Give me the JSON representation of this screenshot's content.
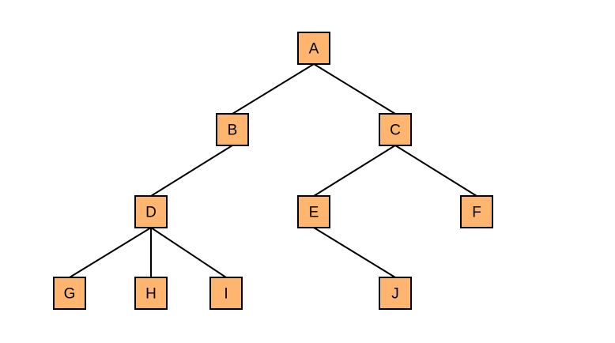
{
  "colors": {
    "node_fill": "#FDB570",
    "node_border": "#000000",
    "edge": "#000000",
    "background": "#FFFFFF"
  },
  "nodes": [
    {
      "id": "A",
      "label": "A"
    },
    {
      "id": "B",
      "label": "B"
    },
    {
      "id": "C",
      "label": "C"
    },
    {
      "id": "D",
      "label": "D"
    },
    {
      "id": "E",
      "label": "E"
    },
    {
      "id": "F",
      "label": "F"
    },
    {
      "id": "G",
      "label": "G"
    },
    {
      "id": "H",
      "label": "H"
    },
    {
      "id": "I",
      "label": "I"
    },
    {
      "id": "J",
      "label": "J"
    }
  ],
  "edges": [
    {
      "from": "A",
      "to": "B"
    },
    {
      "from": "A",
      "to": "C"
    },
    {
      "from": "B",
      "to": "D"
    },
    {
      "from": "C",
      "to": "E"
    },
    {
      "from": "C",
      "to": "F"
    },
    {
      "from": "D",
      "to": "G"
    },
    {
      "from": "D",
      "to": "H"
    },
    {
      "from": "D",
      "to": "I"
    },
    {
      "from": "E",
      "to": "J"
    }
  ]
}
